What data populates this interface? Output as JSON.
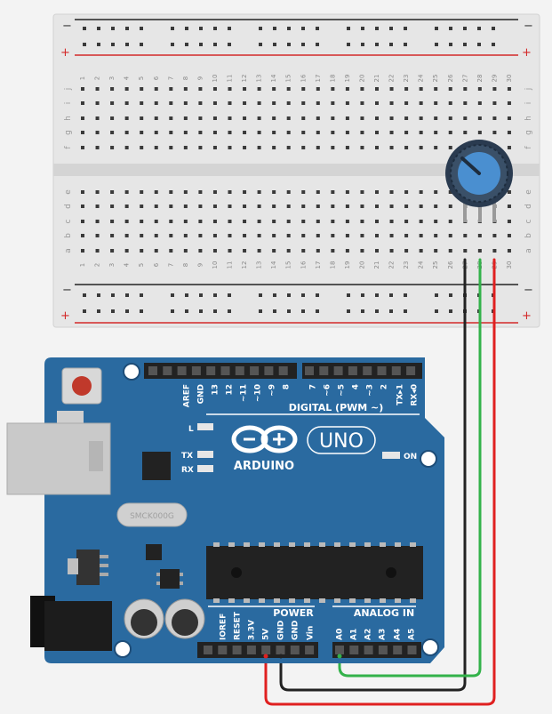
{
  "breadboard": {
    "rail_minus": "−",
    "rail_plus": "+",
    "columns": [
      "1",
      "2",
      "3",
      "4",
      "5",
      "6",
      "7",
      "8",
      "9",
      "10",
      "11",
      "12",
      "13",
      "14",
      "15",
      "16",
      "17",
      "18",
      "19",
      "20",
      "21",
      "22",
      "23",
      "24",
      "25",
      "26",
      "27",
      "28",
      "29",
      "30"
    ],
    "rows_top": [
      "j",
      "i",
      "h",
      "g",
      "f"
    ],
    "rows_bottom": [
      "e",
      "d",
      "c",
      "b",
      "a"
    ]
  },
  "arduino": {
    "digital_pins": [
      "AREF",
      "GND",
      "13",
      "12",
      "~11",
      "~10",
      "~9",
      "8",
      "7",
      "~6",
      "~5",
      "4",
      "~3",
      "2",
      "TX▸1",
      "RX◂0"
    ],
    "digital_label": "DIGITAL (PWM ~)",
    "led_l": "L",
    "led_tx": "TX",
    "led_rx": "RX",
    "logo_text": "ARDUINO",
    "model": "UNO",
    "on_label": "ON",
    "crystal": "SMCK000G",
    "power_label": "POWER",
    "power_pins": [
      "IOREF",
      "RESET",
      "3.3V",
      "5V",
      "GND",
      "GND",
      "Vin"
    ],
    "analog_label": "ANALOG IN",
    "analog_pins": [
      "A0",
      "A1",
      "A2",
      "A3",
      "A4",
      "A5"
    ]
  },
  "colors": {
    "board": "#2a6aa0",
    "wire_black": "#222222",
    "wire_red": "#e02020",
    "wire_green": "#33b24a",
    "knob": "#4a8fd0"
  }
}
